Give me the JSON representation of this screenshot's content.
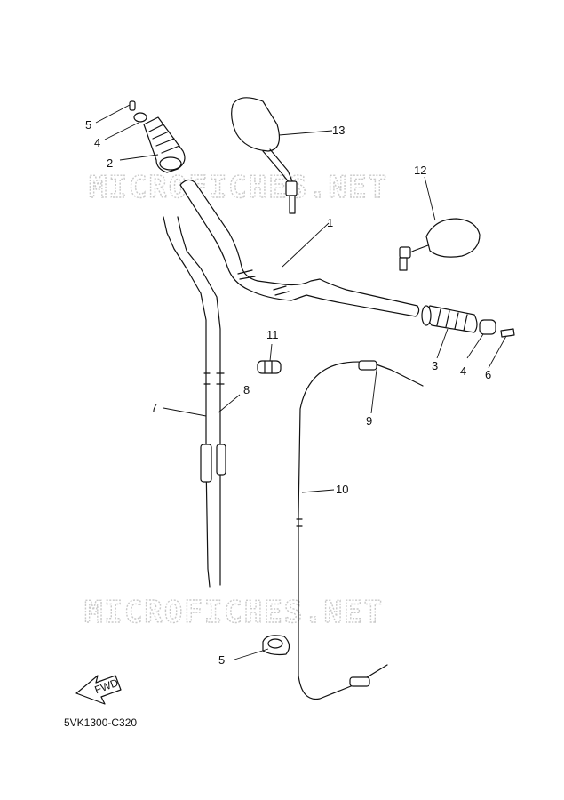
{
  "watermark": {
    "text": "MICROFICHES.NET"
  },
  "diagram_code": "5VK1300-C320",
  "fwd_label": "FWD",
  "callouts": [
    {
      "id": "c1",
      "label": "1"
    },
    {
      "id": "c2",
      "label": "2"
    },
    {
      "id": "c3",
      "label": "3"
    },
    {
      "id": "c4a",
      "label": "4"
    },
    {
      "id": "c4b",
      "label": "4"
    },
    {
      "id": "c5a",
      "label": "5"
    },
    {
      "id": "c5b",
      "label": "5"
    },
    {
      "id": "c6",
      "label": "6"
    },
    {
      "id": "c7",
      "label": "7"
    },
    {
      "id": "c8",
      "label": "8"
    },
    {
      "id": "c9",
      "label": "9"
    },
    {
      "id": "c10",
      "label": "10"
    },
    {
      "id": "c11",
      "label": "11"
    },
    {
      "id": "c12",
      "label": "12"
    },
    {
      "id": "c13",
      "label": "13"
    }
  ]
}
